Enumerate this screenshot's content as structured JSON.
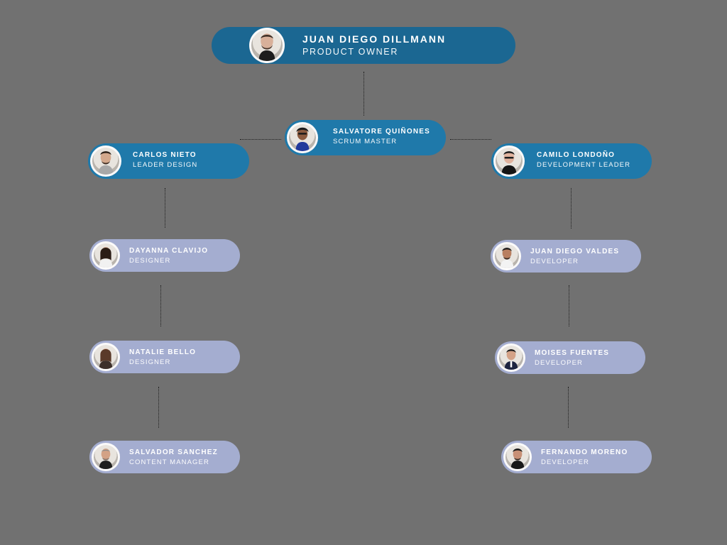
{
  "org_chart": {
    "product_owner": {
      "name": "JUAN DIEGO DILLMANN",
      "role": "PRODUCT OWNER"
    },
    "scrum_master": {
      "name": "SALVATORE QUIÑONES",
      "role": "SCRUM MASTER"
    },
    "design_lead": {
      "name": "CARLOS NIETO",
      "role": "LEADER DESIGN"
    },
    "development_lead": {
      "name": "CAMILO LONDOÑO",
      "role": "DEVELOPMENT LEADER"
    },
    "design_team": [
      {
        "name": "DAYANNA CLAVIJO",
        "role": "DESIGNER"
      },
      {
        "name": "NATALIE BELLO",
        "role": "DESIGNER"
      },
      {
        "name": "SALVADOR SANCHEZ",
        "role": "CONTENT MANAGER"
      }
    ],
    "development_team": [
      {
        "name": "JUAN DIEGO VALDES",
        "role": "DEVELOPER"
      },
      {
        "name": "MOISES FUENTES",
        "role": "DEVELOPER"
      },
      {
        "name": "FERNANDO MORENO",
        "role": "DEVELOPER"
      }
    ]
  },
  "colors": {
    "background": "#717171",
    "primary_card": "#1f79aa",
    "root_card": "#1b6792",
    "secondary_card": "#a4add0",
    "text": "#ffffff",
    "connector": "#1f1f1f"
  }
}
